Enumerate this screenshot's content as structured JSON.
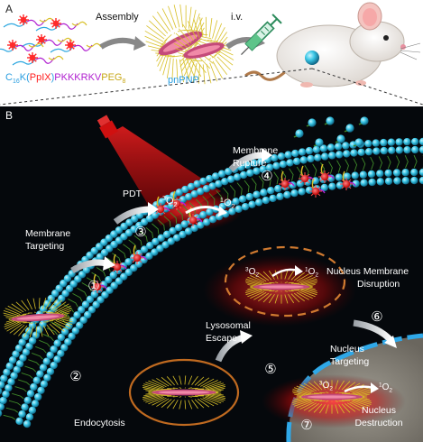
{
  "panel_a": {
    "letter": "A",
    "arrow_assembly": "Assembly",
    "arrow_iv": "i.v.",
    "formula_prefix": "C",
    "formula_sub": "16",
    "formula_k": "K(",
    "formula_ppix": "PpIX",
    "formula_close": ")",
    "formula_peptide": "PKKKRKV",
    "formula_peg": "PEG",
    "formula_peg_sub": "8",
    "nanoparticle_label": "pnPNP"
  },
  "panel_b": {
    "letter": "B",
    "steps": [
      {
        "num": "①",
        "label": [
          "Membrane",
          "Targeting"
        ]
      },
      {
        "num": "②",
        "label": [
          "Endocytosis"
        ]
      },
      {
        "num": "③",
        "label": [
          "PDT"
        ]
      },
      {
        "num": "④",
        "label": [
          "Membrane",
          "Rupture"
        ]
      },
      {
        "num": "⑤",
        "label": [
          "Lysosomal",
          "Escape"
        ]
      },
      {
        "num": "⑥",
        "label": [
          "Nucleus",
          "Targeting"
        ]
      },
      {
        "num": "⑦",
        "label": [
          "Nucleus",
          "Destruction"
        ]
      }
    ],
    "nucleus_membrane_label": [
      "Nucleus Membrane",
      "Disruption"
    ],
    "oxygen": {
      "triplet_sup": "3",
      "singlet_sup": "1",
      "symbol": "O",
      "sub": "2"
    }
  },
  "colors": {
    "background_b": "#05080c",
    "bilayer_head": "#39c6e6",
    "tail": "#3f8a2a",
    "laser": "#e0141a",
    "nucleus": "#8a8a82",
    "nucleus_rim": "#2fa8e8",
    "ppix": "#ff2a2a",
    "peptide": "#b020d0",
    "peg": "#d8c028",
    "c16": "#30a8e0"
  }
}
